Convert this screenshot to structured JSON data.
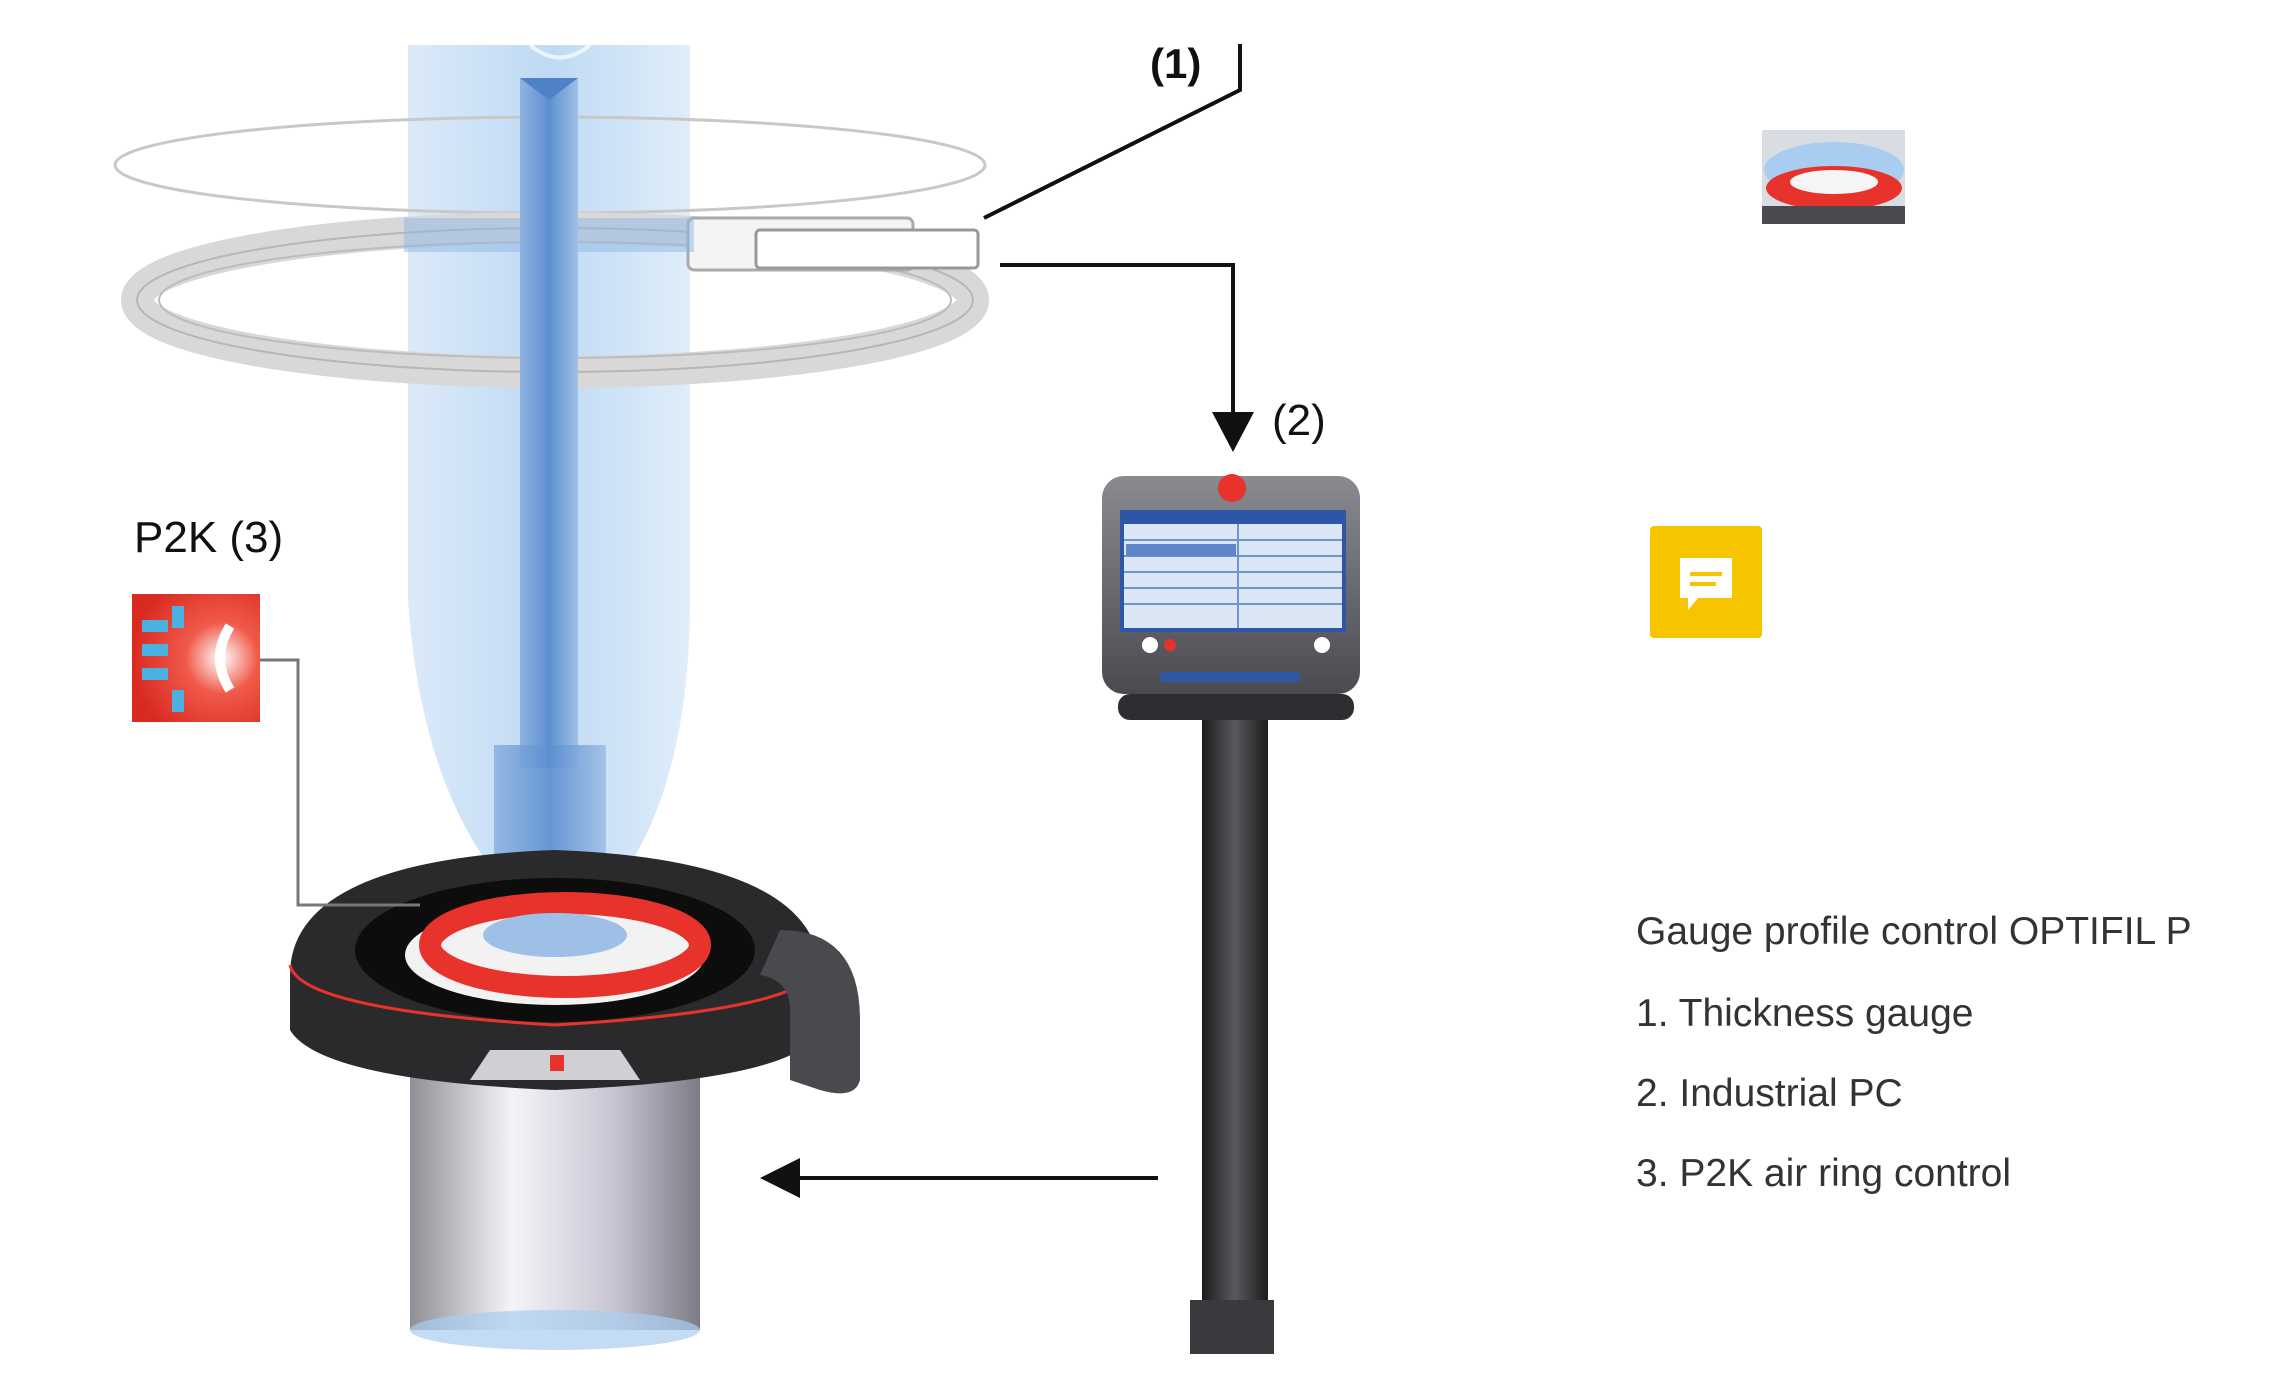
{
  "labels": {
    "gauge": "(1)",
    "pc": "(2)",
    "p2k": "P2K (3)"
  },
  "legend": {
    "title": "Gauge profile control OPTIFIL P",
    "items": [
      "1. Thickness gauge",
      "2. Industrial PC",
      "3. P2K air ring control"
    ]
  },
  "icons": {
    "comment": "comment-icon",
    "thumbnail": "air-ring-thumbnail-icon"
  },
  "colors": {
    "accent_red": "#e8322c",
    "film_blue": "#a9cdf0",
    "comment_yellow": "#f7c400",
    "dark": "#2a2a2c"
  }
}
